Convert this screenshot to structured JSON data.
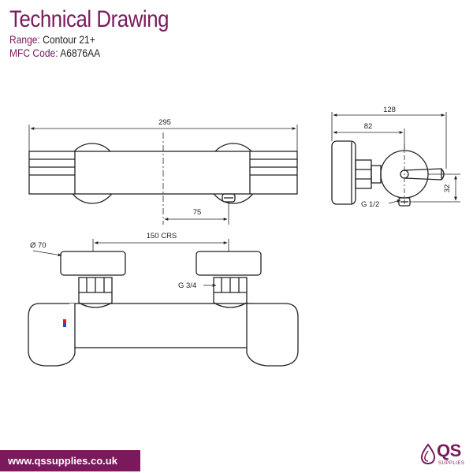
{
  "header": {
    "title": "Technical Drawing",
    "range_label": "Range:",
    "range_value": "Contour 21+",
    "mfc_label": "MFC Code:",
    "mfc_value": "A6876AA"
  },
  "dimensions": {
    "overall_width": "295",
    "inlet_offset": "75",
    "side_depth": "128",
    "side_inner_depth": "82",
    "side_height": "32",
    "outlet_thread": "G 1/2",
    "flange_diameter": "Ø 70",
    "centres": "150 CRS",
    "inlet_thread": "G 3/4"
  },
  "footer": {
    "url": "www.qssupplies.co.uk"
  },
  "logo": {
    "letters": "QS",
    "subtitle": "SUPPLIES"
  },
  "colors": {
    "brand": "#7a1a5c",
    "line": "#222222",
    "hot_indicator": "#d22020",
    "cold_indicator": "#2050c0"
  }
}
